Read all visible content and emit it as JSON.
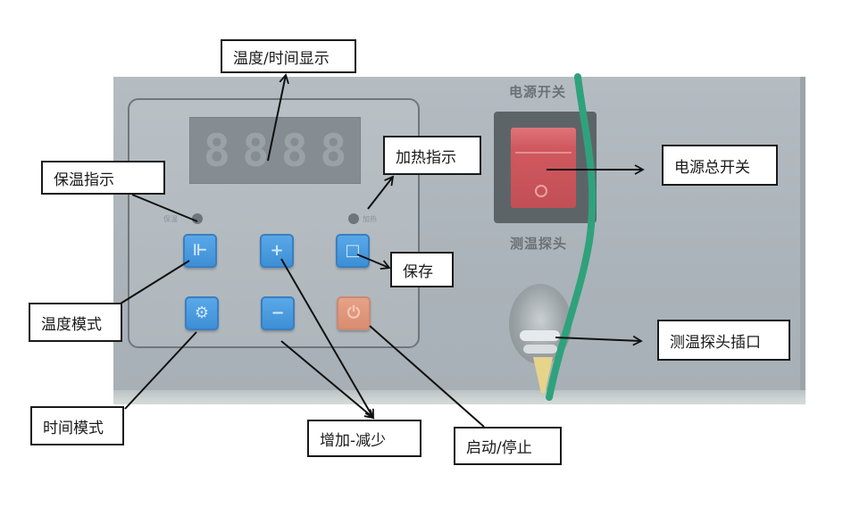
{
  "device": {
    "display": {
      "digits": [
        "8",
        "8",
        "8",
        "8"
      ]
    },
    "indicators": {
      "keep_warm_led_label": "保温",
      "heating_led_label": "加热"
    },
    "buttons": [
      {
        "id": "temperature-mode",
        "glyph": "⊩",
        "color": "blue"
      },
      {
        "id": "increase",
        "glyph": "+",
        "color": "blue"
      },
      {
        "id": "save",
        "glyph": "□",
        "color": "blue"
      },
      {
        "id": "time-mode",
        "glyph": "⚙",
        "color": "blue"
      },
      {
        "id": "decrease",
        "glyph": "−",
        "color": "blue"
      },
      {
        "id": "start-stop",
        "glyph": "⏻",
        "color": "orange"
      }
    ],
    "panel_text": {
      "power_switch": "电源开关",
      "probe": "测温探头"
    },
    "colors": {
      "panel": "#aab3b9",
      "button_blue": "#4a9be0",
      "button_orange": "#d98c70",
      "rocker_red": "#c95258",
      "wire_green": "#2fa27c",
      "display_bg": "#858d92"
    }
  },
  "callouts": {
    "display": "温度/时间显示",
    "heating_indicator": "加热指示",
    "keep_warm_indicator": "保温指示",
    "save": "保存",
    "temperature_mode": "温度模式",
    "time_mode": "时间模式",
    "increase_decrease": "增加-减少",
    "start_stop": "启动/停止",
    "main_power_switch": "电源总开关",
    "probe_socket": "测温探头插口"
  }
}
